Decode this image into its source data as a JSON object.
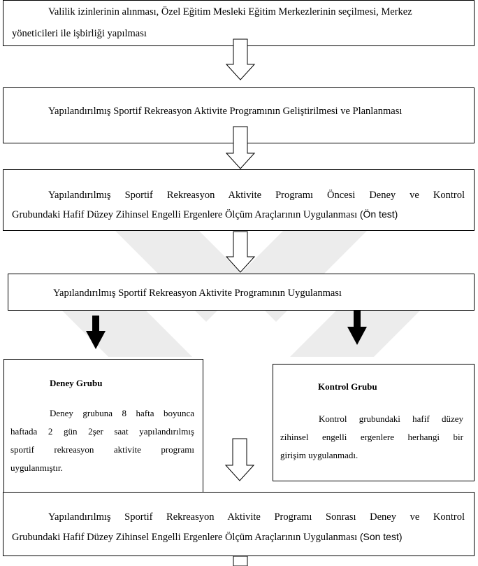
{
  "steps": {
    "step1": {
      "line1": "Valilik izinlerinin alınması, Özel Eğitim Mesleki Eğitim Merkezlerinin seçilmesi, Merkez",
      "line2": "yöneticileri ile işbirliği yapılması"
    },
    "step2": {
      "text": "Yapılandırılmış Sportif Rekreasyon Aktivite Programının Geliştirilmesi ve Planlanması"
    },
    "step3": {
      "line1": "Yapılandırılmış Sportif Rekreasyon Aktivite Programı Öncesi Deney ve Kontrol",
      "line2": "Grubundaki Hafif Düzey Zihinsel Engelli Ergenlere Ölçüm Araçlarının Uygulanması",
      "tag": "(Ön test)"
    },
    "step4": {
      "text": "Yapılandırılmış Sportif Rekreasyon Aktivite Programının Uygulanması"
    },
    "experiment_group": {
      "title": "Deney Grubu",
      "lines": [
        "Deney grubuna 8 hafta boyunca",
        "haftada 2 gün 2şer saat yapılandırılmış",
        "sportif rekreasyon aktivite programı",
        "uygulanmıştır."
      ]
    },
    "control_group": {
      "title": "Kontrol Grubu",
      "lines": [
        "Kontrol grubundaki hafif düzey",
        "zihinsel engelli ergenlere herhangi bir",
        "girişim uygulanmadı."
      ]
    },
    "step5": {
      "line1": "Yapılandırılmış Sportif Rekreasyon Aktivite Programı Sonrası Deney ve Kontrol",
      "line2": "Grubundaki Hafif Düzey Zihinsel Engelli Ergenlere Ölçüm Araçlarının Uygulanması",
      "tag": "(Son test)"
    }
  },
  "colors": {
    "border": "#000000",
    "arrow_fill": "#000000",
    "hollow_arrow_fill": "#ffffff"
  }
}
